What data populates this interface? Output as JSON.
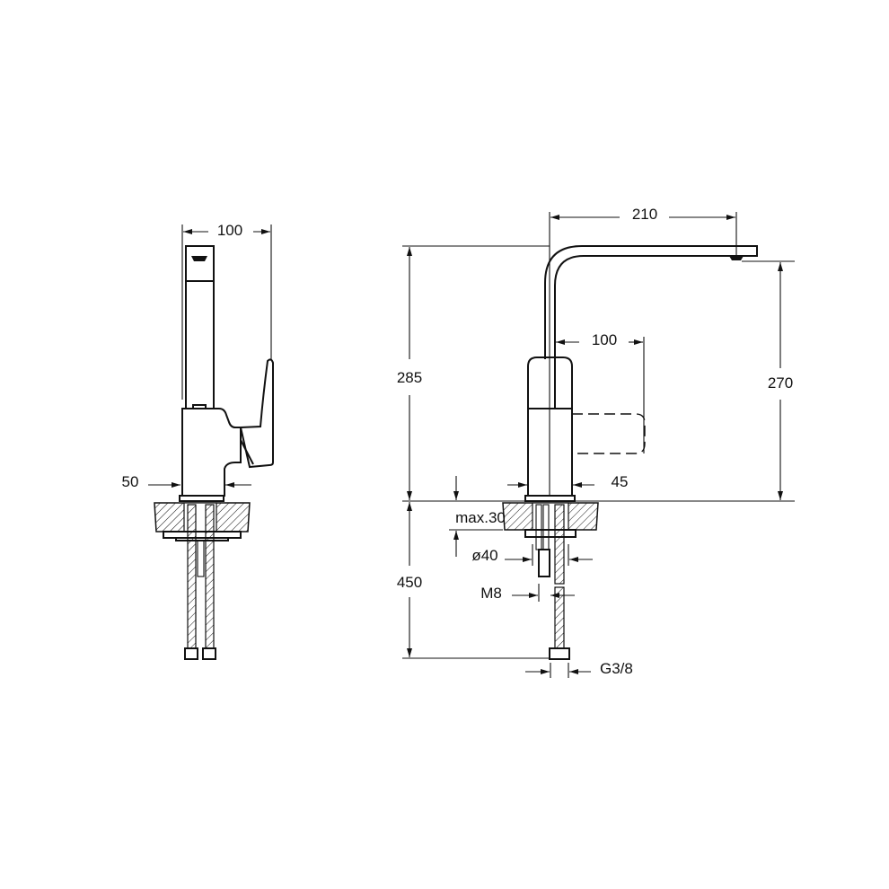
{
  "side_view": {
    "dim_width_total": "100",
    "dim_body_width": "50"
  },
  "front_view": {
    "dim_spout_reach": "210",
    "dim_height_total": "285",
    "dim_spout_height": "270",
    "dim_lever_reach": "100",
    "dim_body_diameter": "45",
    "dim_max_counter_thickness": "max.30",
    "dim_hole_diameter": "ø40",
    "dim_stud_thread": "M8",
    "dim_hose_length": "450",
    "dim_connection_thread": "G3/8"
  },
  "colors": {
    "line": "#111111",
    "background": "#ffffff"
  }
}
